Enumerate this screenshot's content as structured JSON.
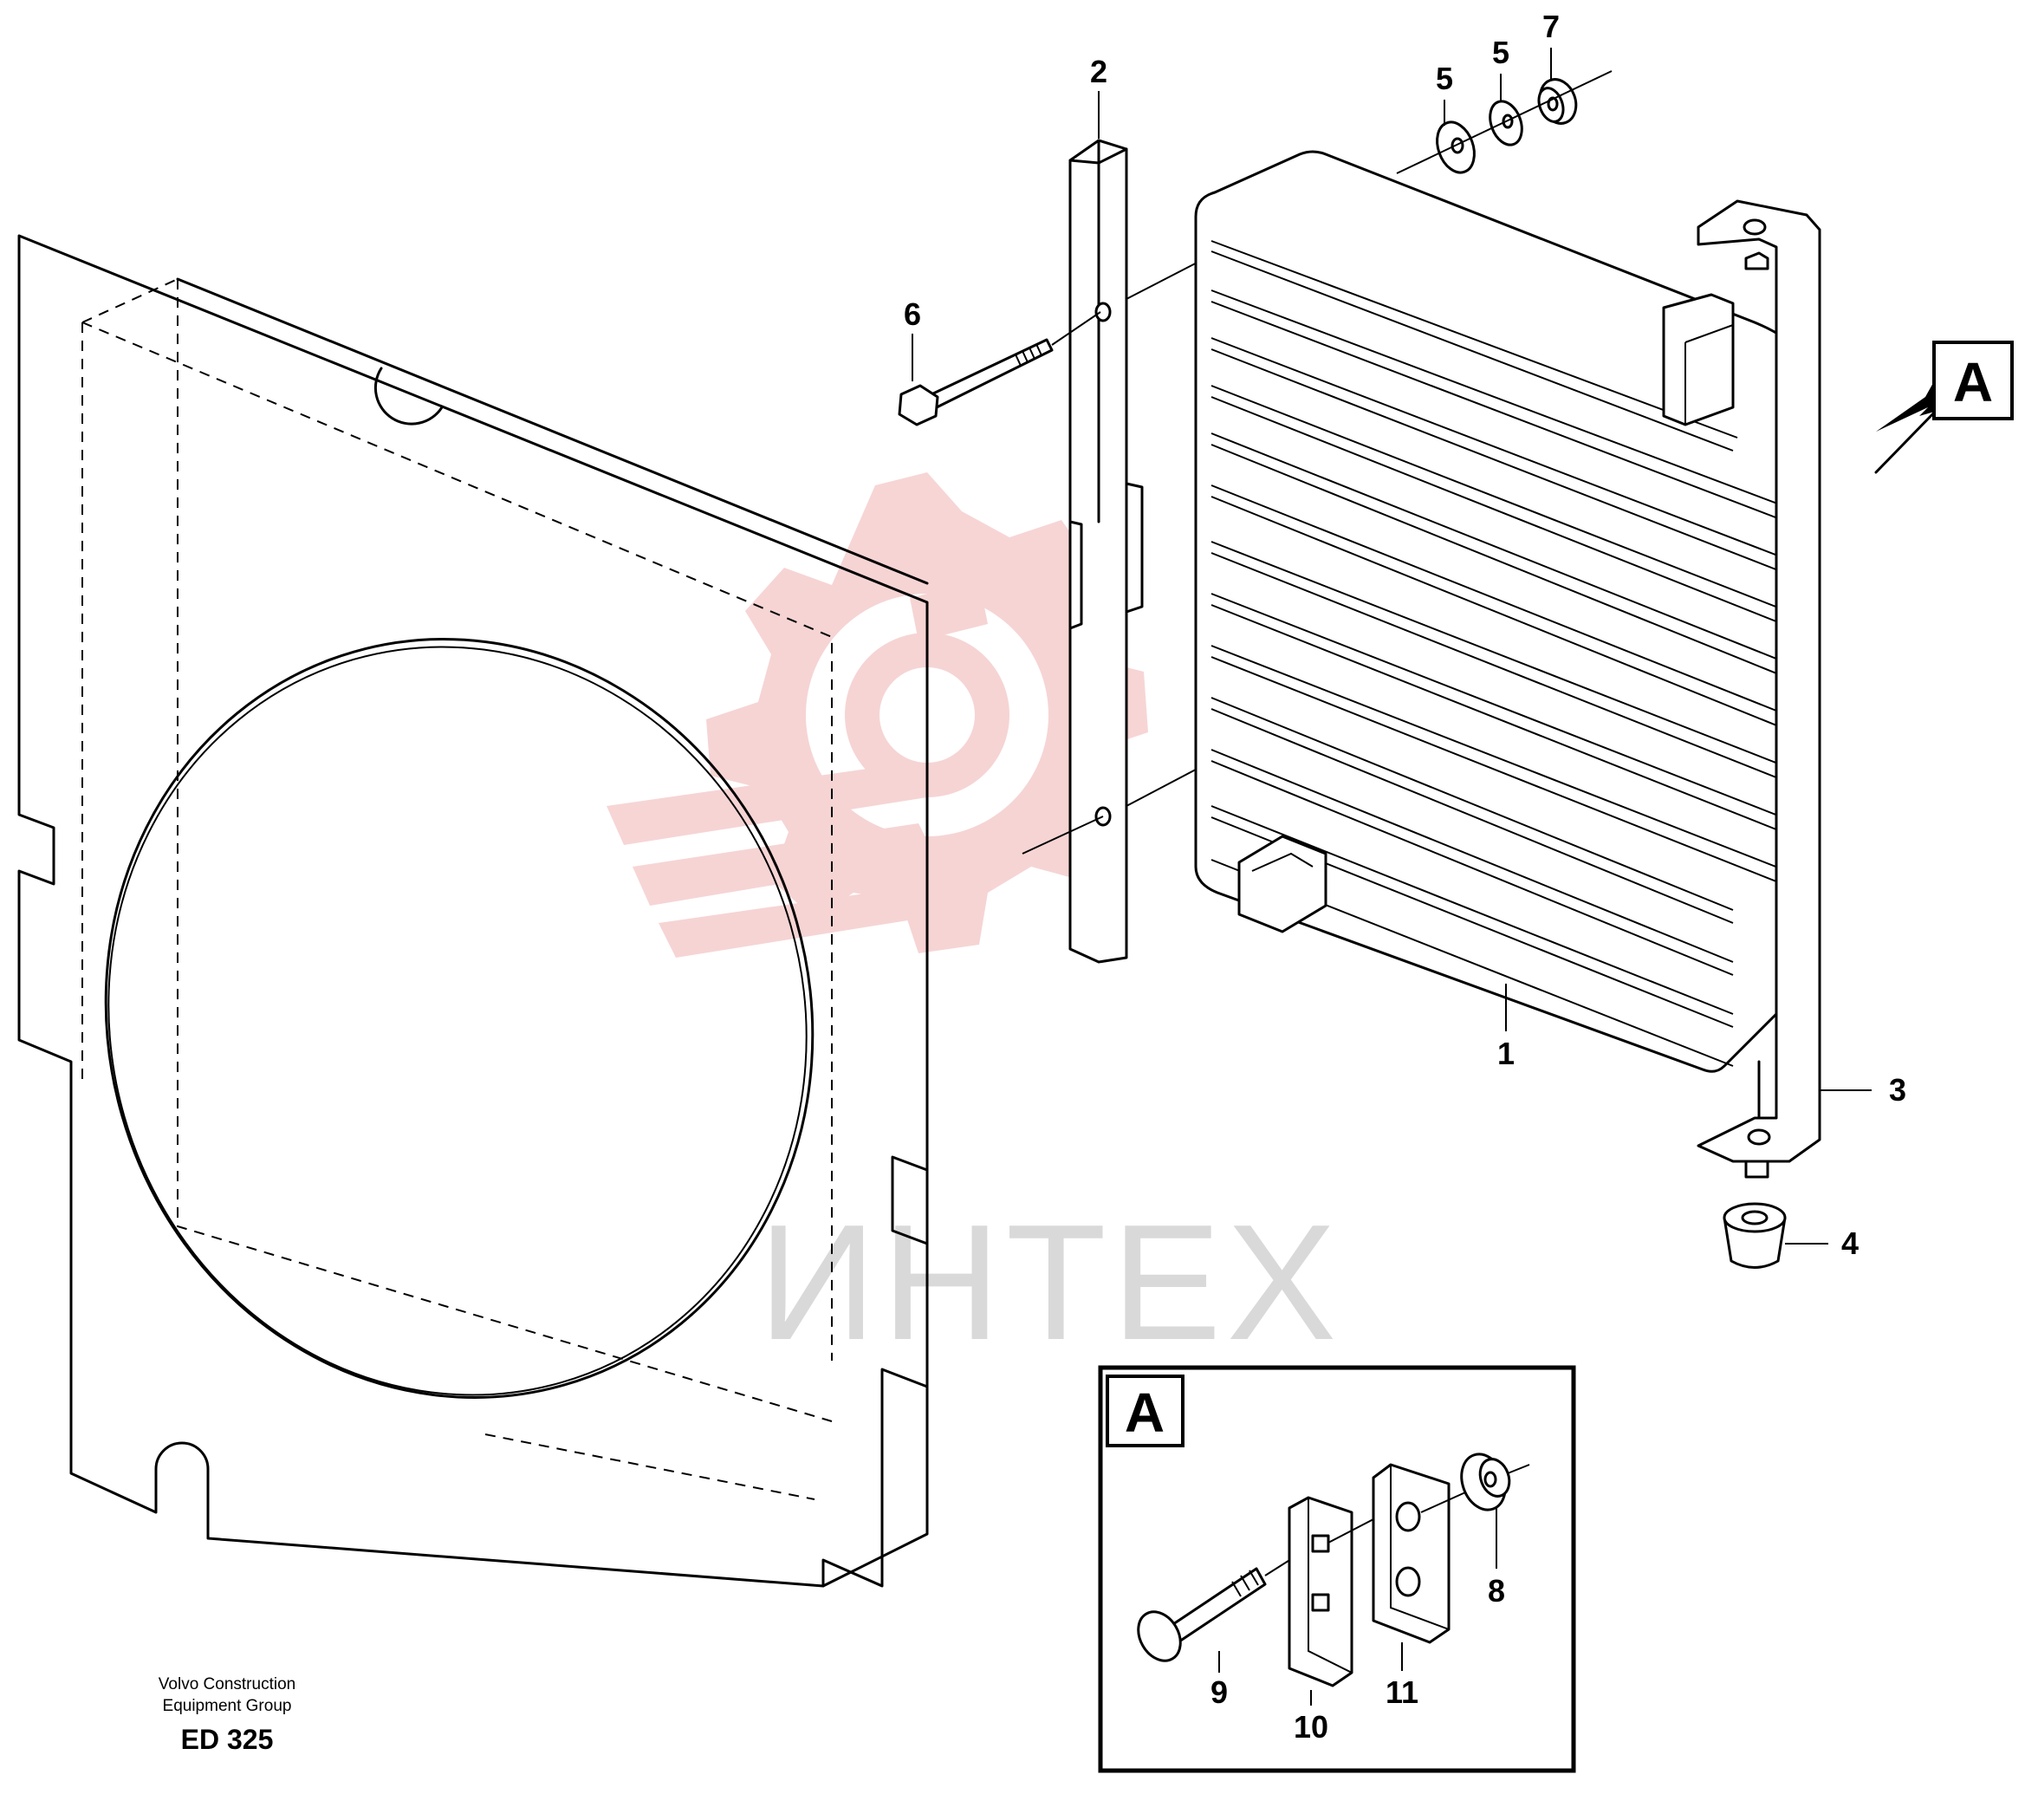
{
  "callouts": {
    "n1": "1",
    "n2": "2",
    "n3": "3",
    "n4": "4",
    "n5a": "5",
    "n5b": "5",
    "n6": "6",
    "n7": "7",
    "n8": "8",
    "n9": "9",
    "n10": "10",
    "n11": "11"
  },
  "view_ref": "A",
  "detail_ref": "A",
  "watermark": "ИНТЕХ",
  "caption": {
    "line1": "Volvo Construction",
    "line2": "Equipment Group",
    "code": "ED 325"
  },
  "colors": {
    "line": "#000000",
    "watermark_red": "#f4c4c4",
    "watermark_gray": "#d9d9d9"
  }
}
